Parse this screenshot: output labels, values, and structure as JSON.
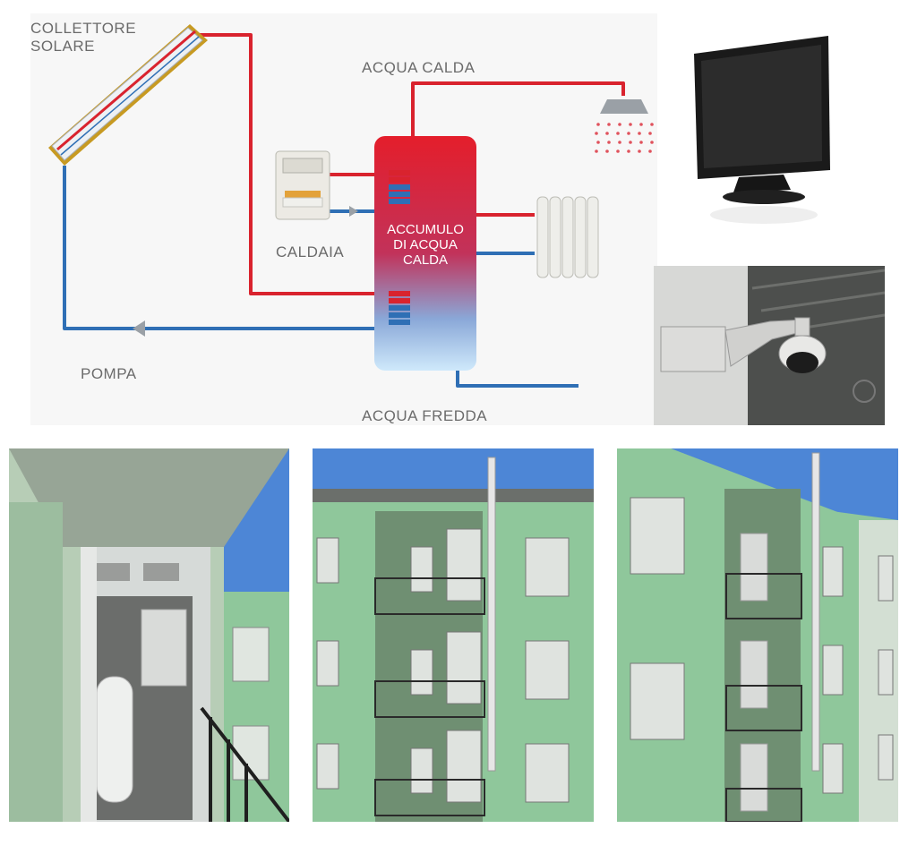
{
  "diagram": {
    "labels": {
      "collector_line1": "COLLETTORE",
      "collector_line2": "SOLARE",
      "hot_water": "ACQUA CALDA",
      "cold_water": "ACQUA FREDDA",
      "boiler": "CALDAIA",
      "pump": "POMPA",
      "tank_line1": "ACCUMULO",
      "tank_line2": "DI ACQUA",
      "tank_line3": "CALDA"
    }
  },
  "colors": {
    "hot_pipe": "#d9232e",
    "cold_pipe": "#2f6fb5",
    "tank_top": "#e41e2b",
    "tank_bottom": "#cfe9fb",
    "facade_green": "#8fc79b",
    "sky": "#4d86d6"
  },
  "icons": [
    "solar-collector-icon",
    "shower-icon",
    "radiator-icon",
    "boiler-icon",
    "pump-icon",
    "monitor-icon",
    "security-camera-icon"
  ]
}
